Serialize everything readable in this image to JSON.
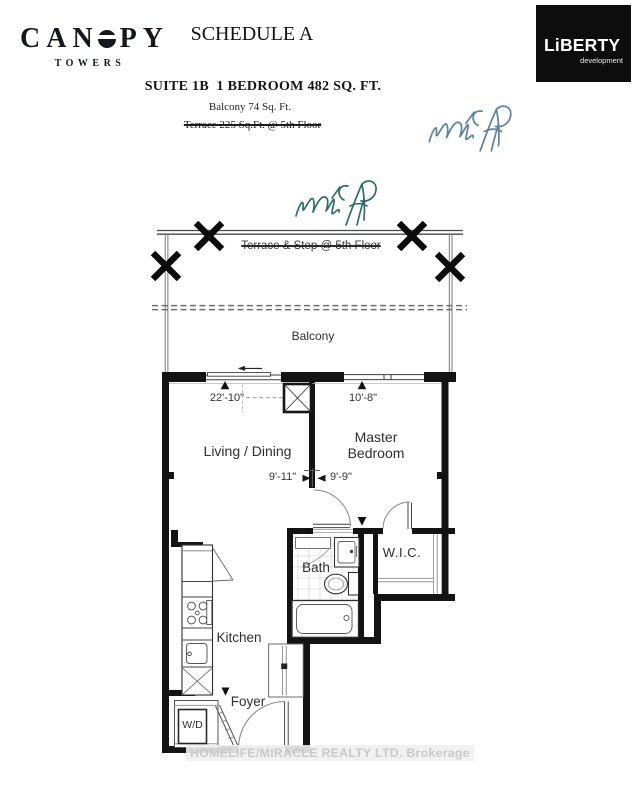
{
  "header": {
    "brand": {
      "pre": "CAN",
      "post": "PY",
      "sub": "TOWERS"
    },
    "schedule_title": "SCHEDULE A",
    "suite_title": "SUITE 1B  1 BEDROOM 482 SQ. FT.",
    "balcony_note": "Balcony 74 Sq. Ft.",
    "terrace_note_struck": "Terrace 225 Sq.Ft. @ 5th Floor",
    "liberty": {
      "name": "LiBERTY",
      "sub": "development"
    }
  },
  "plan": {
    "terrace_step_struck": "Terrace & Step @ 5th Floor",
    "balcony": "Balcony",
    "living_dining": "Living / Dining",
    "master_bedroom": "Master Bedroom",
    "bath": "Bath",
    "wic": "W.I.C.",
    "kitchen": "Kitchen",
    "foyer": "Foyer",
    "wd": "W/D",
    "dims": {
      "living_width": "22'-10\"",
      "bedroom_width": "10'-8\"",
      "living_depth": "9'-11\"",
      "bedroom_depth": "9'-9\""
    },
    "x_marks_count": 4
  },
  "watermark": "HOMELIFE/MIRACLE REALTY LTD. Brokerage",
  "colors": {
    "wall": "#131313",
    "header_initials_ink": "#5d82a2",
    "plan_initials_ink": "#2f6f68",
    "watermark_text": "#c9c9c9",
    "liberty_bg": "#0d0d0d"
  }
}
